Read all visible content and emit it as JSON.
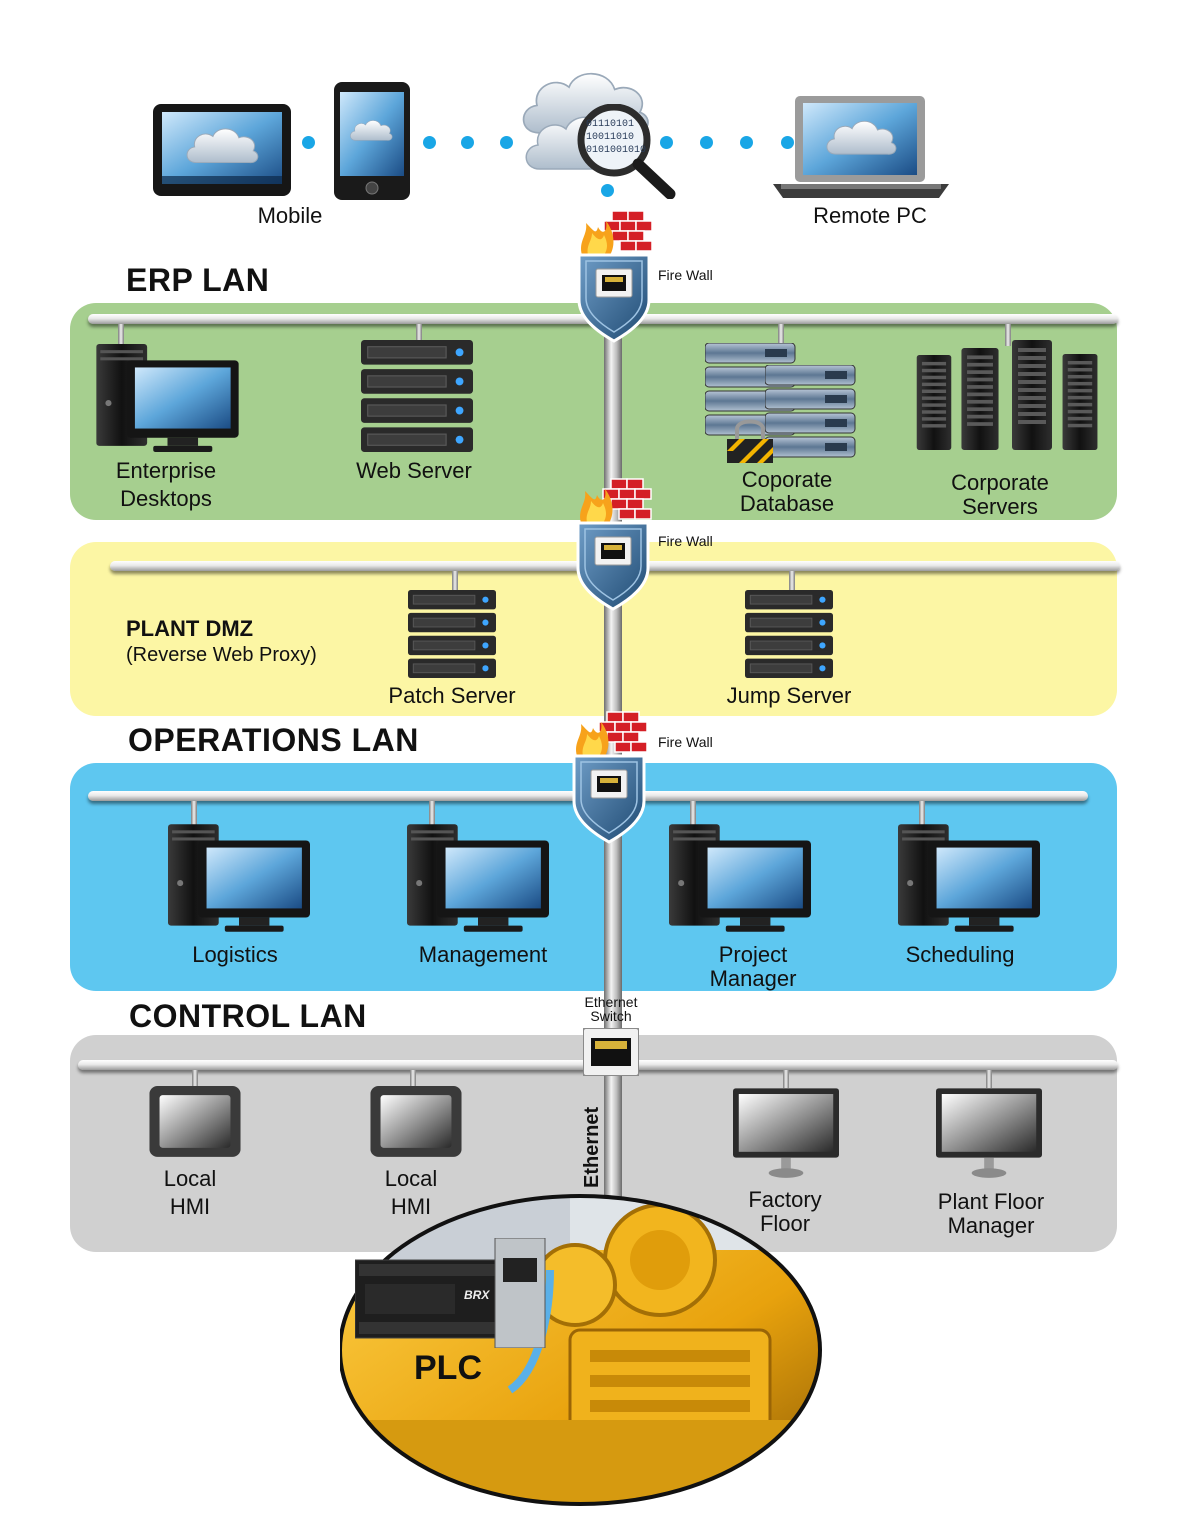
{
  "top": {
    "mobile_label": "Mobile",
    "remote_label": "Remote PC",
    "cloud_binary": [
      "01110101",
      "10011010",
      "0101001010"
    ]
  },
  "firewall_label": "Fire Wall",
  "erp": {
    "title": "ERP LAN",
    "enterprise": [
      "Enterprise",
      "Desktops"
    ],
    "web_server": "Web Server",
    "database": [
      "Coporate",
      "Database"
    ],
    "servers": [
      "Corporate",
      "Servers"
    ]
  },
  "dmz": {
    "title": "PLANT DMZ",
    "subtitle": "(Reverse Web Proxy)",
    "patch_server": "Patch Server",
    "jump_server": "Jump Server"
  },
  "operations": {
    "title": "OPERATIONS LAN",
    "logistics": "Logistics",
    "management": "Management",
    "project": [
      "Project",
      "Manager"
    ],
    "scheduling": "Scheduling"
  },
  "control": {
    "title": "CONTROL LAN",
    "switch_label": [
      "Ethernet",
      "Switch"
    ],
    "ethernet_label": "Ethernet",
    "hmi1": [
      "Local",
      "HMI"
    ],
    "hmi2": [
      "Local",
      "HMI"
    ],
    "factory": [
      "Factory",
      "Floor"
    ],
    "plant_floor": [
      "Plant Floor",
      "Manager"
    ]
  },
  "plc": {
    "label": "PLC",
    "brand": "BRX"
  },
  "colors": {
    "erp_panel": "#a6cf8f",
    "dmz_panel": "#fcf6a4",
    "ops_panel": "#5ec7f0",
    "control_panel": "#d0d0d0",
    "link_dot": "#19a6e6",
    "shield": "#2f5e86",
    "brick": "#d41f26"
  }
}
